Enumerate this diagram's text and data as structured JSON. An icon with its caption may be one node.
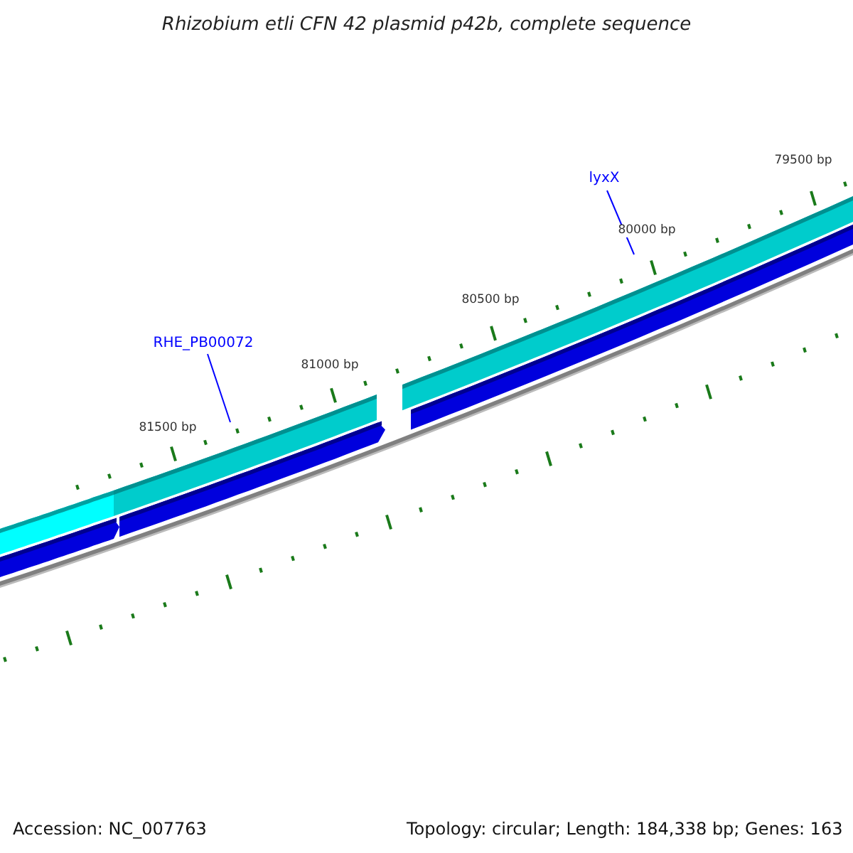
{
  "diagram": {
    "title": "Rhizobium etli CFN 42 plasmid p42b, complete sequence",
    "nodes": [
      {
        "text": [
          "lyxX"
        ]
      },
      {
        "text": [
          "RHE_PB00072"
        ]
      },
      {
        "text": [],
        "shape": "bar"
      },
      {
        "text": [],
        "shape": "bar"
      }
    ],
    "edges": [
      {
        "from": 0,
        "to": 3,
        "arrow": "none"
      },
      {
        "from": 1,
        "to": 2,
        "arrow": "none"
      }
    ],
    "labels": [
      "79500 bp",
      "80000 bp",
      "80500 bp",
      "81000 bp",
      "81500 bp",
      "Accession: NC_007763",
      "Topology: circular; Length: 184,338 bp; Genes: 163"
    ]
  }
}
